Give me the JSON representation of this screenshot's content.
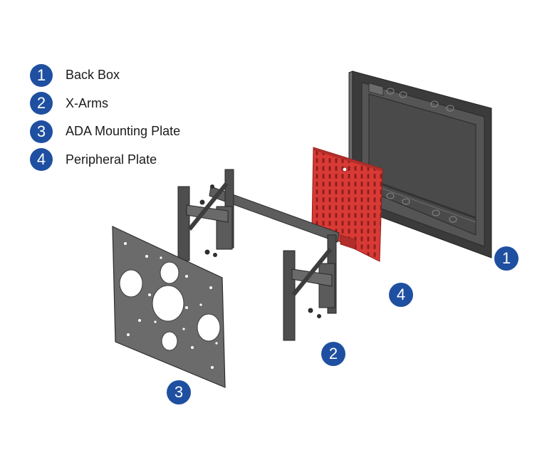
{
  "legend": [
    {
      "number": "1",
      "label": "Back Box"
    },
    {
      "number": "2",
      "label": "X-Arms"
    },
    {
      "number": "3",
      "label": "ADA Mounting Plate"
    },
    {
      "number": "4",
      "label": "Peripheral Plate"
    }
  ],
  "callouts": {
    "back_box": "1",
    "x_arms": "2",
    "ada_plate": "3",
    "peripheral_plate": "4"
  },
  "colors": {
    "badge": "#1f4fa0",
    "metal": "#5a5a5a",
    "metal_dark": "#3c3c3c",
    "peripheral": "#d93a35"
  }
}
